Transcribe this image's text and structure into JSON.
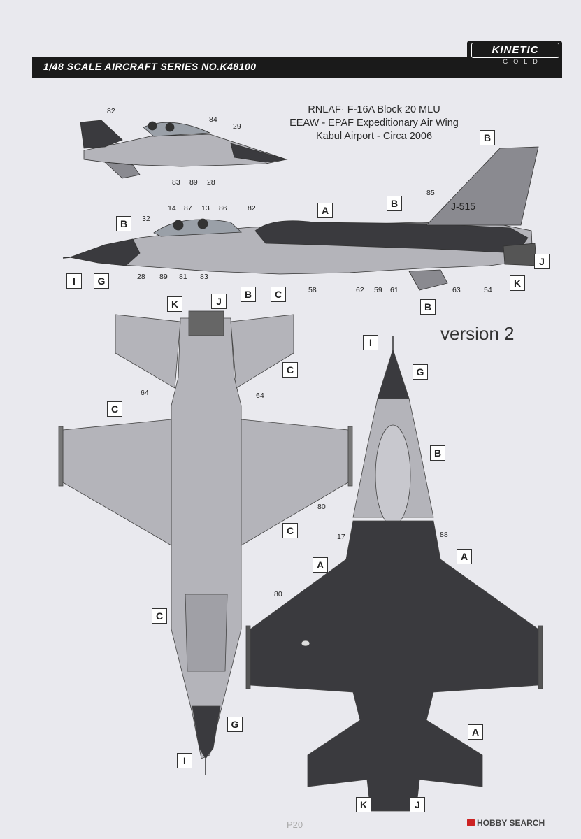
{
  "header": {
    "text": "1/48 SCALE  AIRCRAFT  SERIES NO.K48100"
  },
  "logo": {
    "main": "KINETIC",
    "sub": "GOLD"
  },
  "title": {
    "line1": "RNLAF· F-16A Block 20 MLU",
    "line2": "EEAW - EPAF Expeditionary Air Wing",
    "line3": "Kabul Airport - Circa 2006"
  },
  "version_label": "version 2",
  "tail_code": "J-515",
  "page_number": "P20",
  "watermark": "HOBBY SEARCH",
  "colors": {
    "dark_grey": "#3a3a3e",
    "medium_grey": "#8a8a90",
    "light_grey": "#b4b4ba",
    "paper": "#e9e9ee"
  },
  "labels": {
    "side_top_82": "82",
    "side_top_84": "84",
    "side_top_29": "29",
    "side_top_83": "83",
    "side_top_89": "89",
    "side_top_28": "28",
    "side_B_tail": "B",
    "side_85": "85",
    "side_A": "A",
    "side_B_mid": "B",
    "side_B_nose": "B",
    "side_32": "32",
    "side_14": "14",
    "side_87": "87",
    "side_13": "13",
    "side_86": "86",
    "side_82": "82",
    "side_28": "28",
    "side_89": "89",
    "side_81": "81",
    "side_83": "83",
    "side_I": "I",
    "side_G": "G",
    "side_B_low": "B",
    "side_C": "C",
    "side_58": "58",
    "side_62": "62",
    "side_59": "59",
    "side_61": "61",
    "side_63": "63",
    "side_54": "54",
    "side_J": "J",
    "side_K": "K",
    "side_B_fin": "B",
    "bot_K": "K",
    "bot_J": "J",
    "bot_C_top": "C",
    "bot_64_l": "64",
    "bot_64_r": "64",
    "bot_C_left": "C",
    "bot_80": "80",
    "bot_C_mid": "C",
    "bot_C_low": "C",
    "bot_G": "G",
    "bot_I": "I",
    "top_I": "I",
    "top_G": "G",
    "top_B": "B",
    "top_17": "17",
    "top_88": "88",
    "top_A_left": "A",
    "top_A_right": "A",
    "top_80": "80",
    "top_A_tail": "A",
    "top_K": "K",
    "top_J": "J"
  }
}
